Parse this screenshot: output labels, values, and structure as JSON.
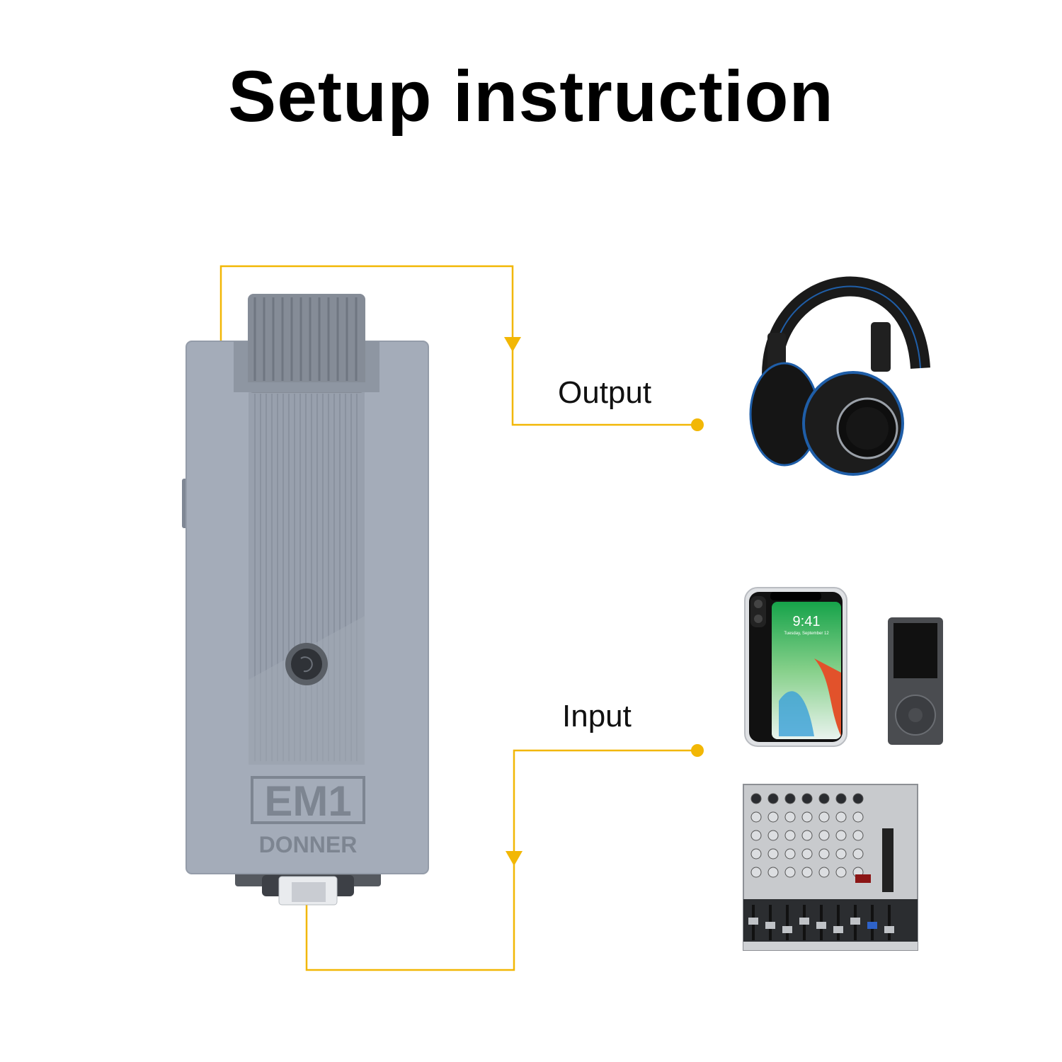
{
  "title": "Setup instruction",
  "labels": {
    "output": "Output",
    "input": "Input"
  },
  "device": {
    "model": "EM1",
    "brand": "DONNER"
  },
  "phone_screen_time": "9:41",
  "phone_screen_date": "Tuesday, September 12",
  "colors": {
    "connector_line": "#f2b705",
    "device_body": "#a3abb8",
    "device_dark": "#858d99"
  },
  "icons": [
    "headphones-icon",
    "smartphone-icon",
    "mp3-player-icon",
    "audio-mixer-icon"
  ]
}
